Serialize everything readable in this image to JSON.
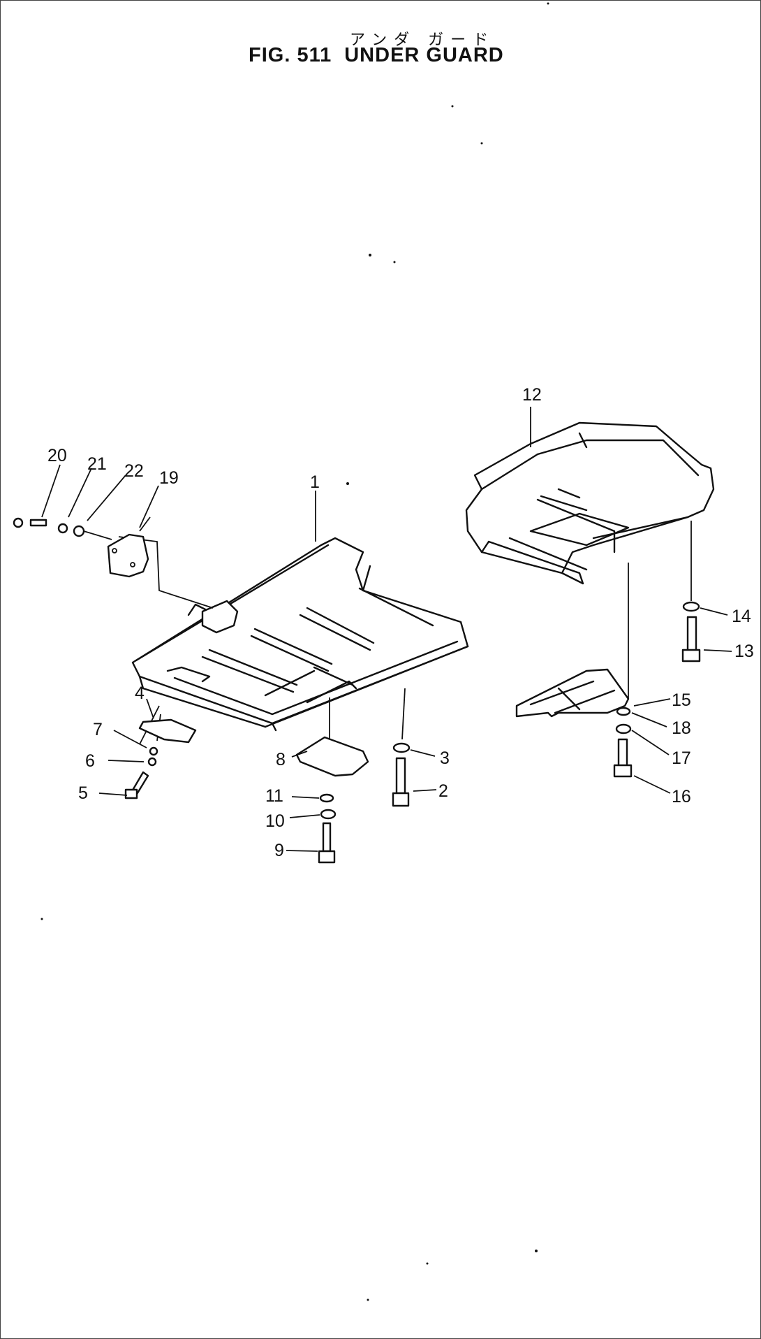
{
  "header": {
    "title_jp": "アンダ ガード",
    "fig_label": "FIG. 511",
    "fig_name": "UNDER GUARD"
  },
  "callouts": [
    "1",
    "2",
    "3",
    "4",
    "5",
    "6",
    "7",
    "8",
    "9",
    "10",
    "11",
    "12",
    "13",
    "14",
    "15",
    "16",
    "17",
    "18",
    "19",
    "20",
    "21",
    "22"
  ]
}
